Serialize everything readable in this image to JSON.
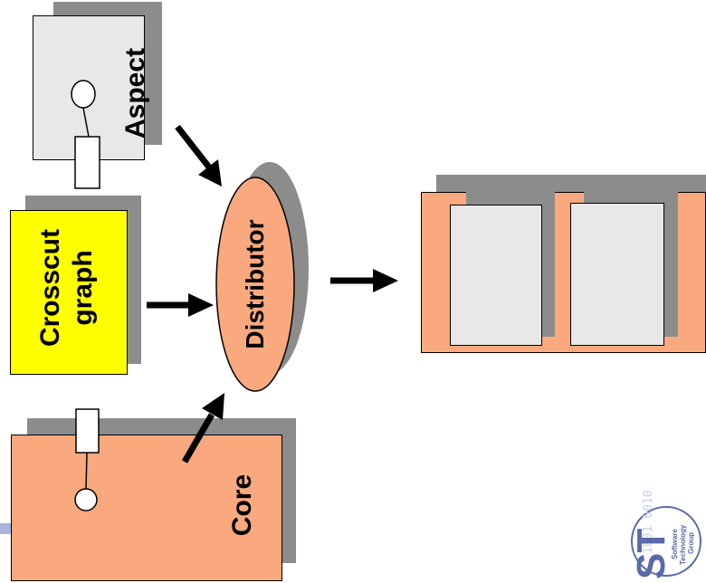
{
  "colors": {
    "aspect_fill": "#e8e8e8",
    "crosscut_fill": "#ffff00",
    "core_fill": "#f9a97d",
    "shadow": "#8c8c8c",
    "stroke": "#000000",
    "logo_blue": "#5a6aa8"
  },
  "nodes": {
    "aspect": {
      "label": "Aspect"
    },
    "crosscut": {
      "line1": "Crosscut",
      "line2": "graph"
    },
    "core": {
      "label": "Core"
    },
    "distributor": {
      "label": "Distributor"
    }
  },
  "logo": {
    "letters": "ST",
    "line1": "Software",
    "line2": "Technology",
    "line3": "Group",
    "bits": "1001 0010"
  }
}
